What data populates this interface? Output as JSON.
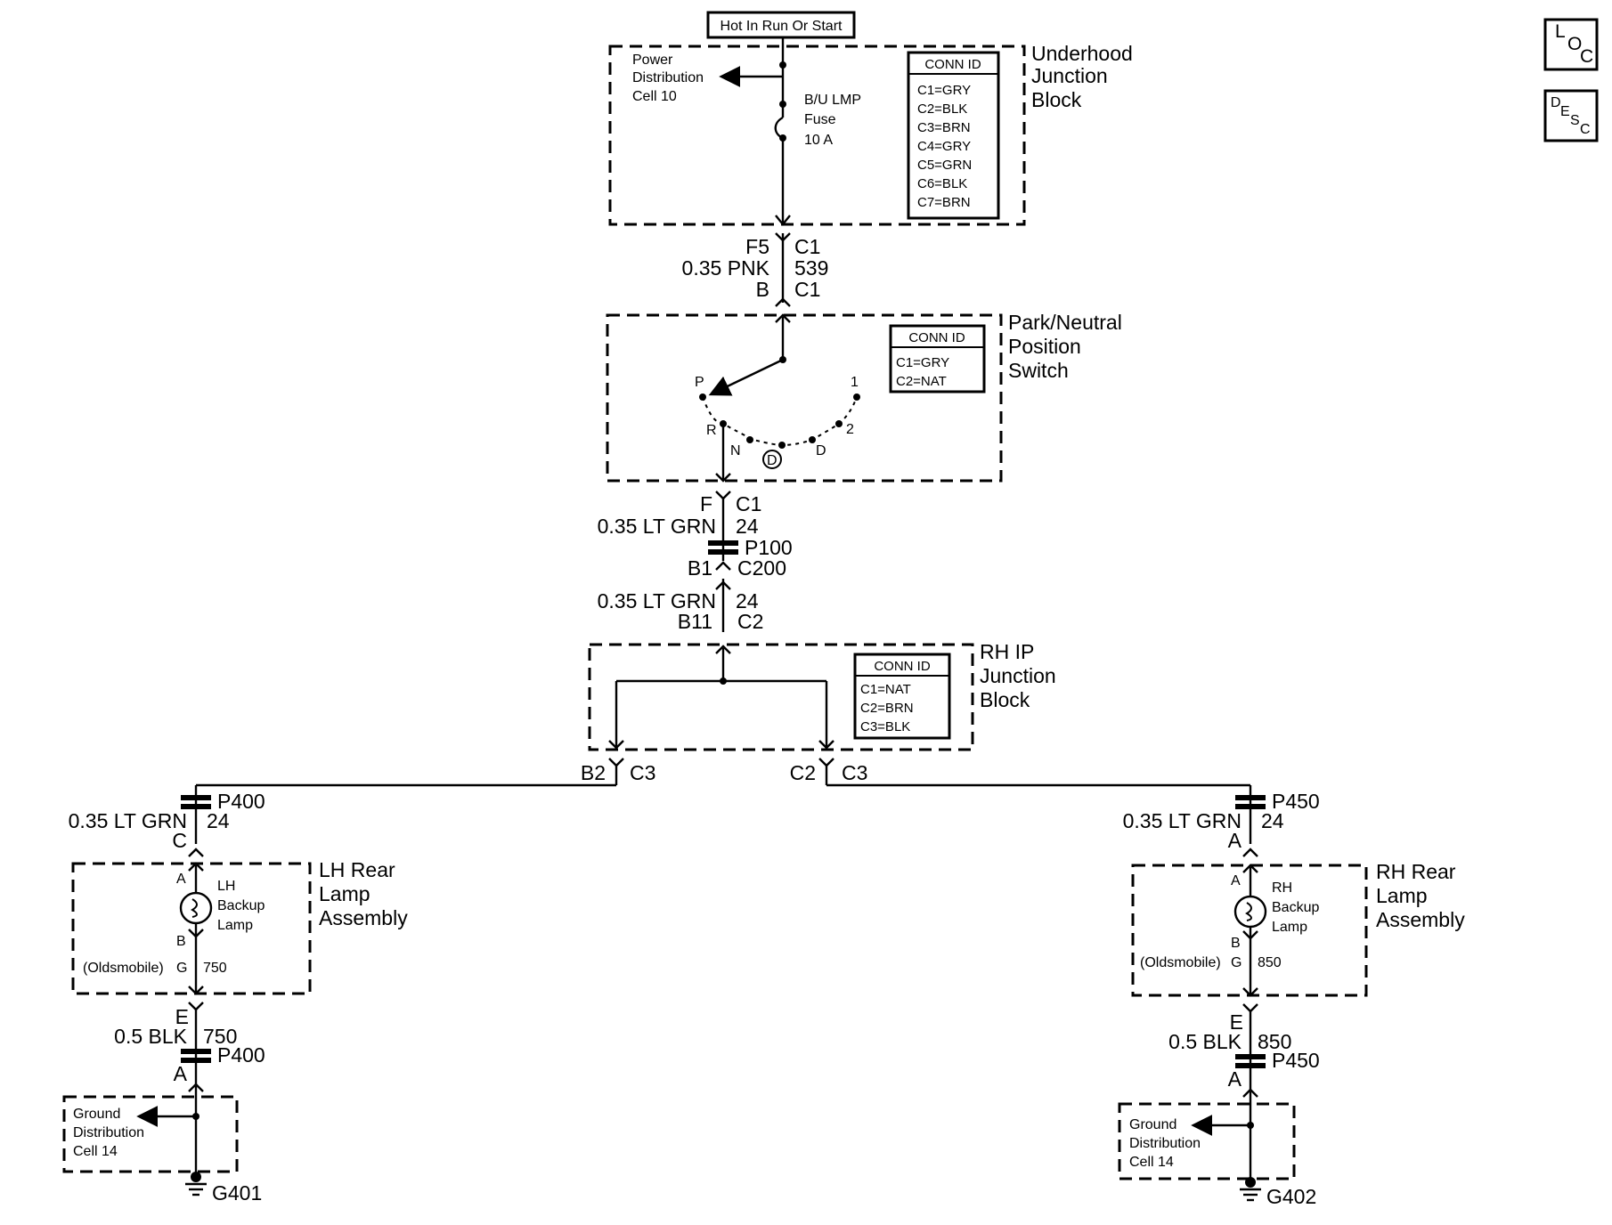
{
  "header": {
    "power_source": "Hot In Run Or Start"
  },
  "nav_icons": [
    {
      "label": "LOC"
    },
    {
      "label": "DESC"
    }
  ],
  "underhood": {
    "title_lines": [
      "Underhood",
      "Junction",
      "Block"
    ],
    "power_dist_lines": [
      "Power",
      "Distribution",
      "Cell 10"
    ],
    "fuse_lines": [
      "B/U LMP",
      "Fuse",
      "10 A"
    ],
    "conn_id": {
      "title": "CONN ID",
      "rows": [
        "C1=GRY",
        "C2=BLK",
        "C3=BRN",
        "C4=GRY",
        "C5=GRN",
        "C6=BLK",
        "C7=BRN"
      ]
    }
  },
  "wire_f5": {
    "pin_top": "F5",
    "conn_top": "C1",
    "wire": "0.35 PNK",
    "circuit": "539",
    "pin_bottom": "B",
    "conn_bottom": "C1"
  },
  "pnp_switch": {
    "title_lines": [
      "Park/Neutral",
      "Position",
      "Switch"
    ],
    "positions": {
      "p": "P",
      "r": "R",
      "n": "N",
      "d_circle": "D",
      "d": "D",
      "two": "2",
      "one": "1"
    },
    "conn_id": {
      "title": "CONN ID",
      "rows": [
        "C1=GRY",
        "C2=NAT"
      ]
    }
  },
  "wire_f": {
    "pin": "F",
    "conn": "C1",
    "wire": "0.35 LT GRN",
    "circuit": "24",
    "splice": "P100",
    "pin2": "B1",
    "conn2": "C200"
  },
  "wire_b11": {
    "wire": "0.35 LT GRN",
    "circuit": "24",
    "pin": "B11",
    "conn": "C2"
  },
  "rh_ip": {
    "title_lines": [
      "RH IP",
      "Junction",
      "Block"
    ],
    "conn_id": {
      "title": "CONN ID",
      "rows": [
        "C1=NAT",
        "C2=BRN",
        "C3=BLK"
      ]
    },
    "left_pin": "B2",
    "left_conn": "C3",
    "right_pin": "C2",
    "right_conn": "C3"
  },
  "lh": {
    "splice_top": "P400",
    "wire": "0.35 LT GRN",
    "circuit": "24",
    "pin_top": "C",
    "title_lines": [
      "LH Rear",
      "Lamp",
      "Assembly"
    ],
    "lamp_lines": [
      "LH",
      "Backup",
      "Lamp"
    ],
    "pin_a": "A",
    "pin_b": "B",
    "oldsmobile": "(Oldsmobile)",
    "pin_g": "G",
    "gnd_circuit": "750",
    "pin_e": "E",
    "gnd_wire": "0.5 BLK",
    "gnd_circuit2": "750",
    "splice_bottom": "P400",
    "pin_a2": "A",
    "ground_lines": [
      "Ground",
      "Distribution",
      "Cell 14"
    ],
    "ground": "G401"
  },
  "rh": {
    "splice_top": "P450",
    "wire": "0.35 LT GRN",
    "circuit": "24",
    "pin_top": "A",
    "title_lines": [
      "RH Rear",
      "Lamp",
      "Assembly"
    ],
    "lamp_lines": [
      "RH",
      "Backup",
      "Lamp"
    ],
    "pin_a": "A",
    "pin_b": "B",
    "oldsmobile": "(Oldsmobile)",
    "pin_g": "G",
    "gnd_circuit": "850",
    "pin_e": "E",
    "gnd_wire": "0.5 BLK",
    "gnd_circuit2": "850",
    "splice_bottom": "P450",
    "pin_a2": "A",
    "ground_lines": [
      "Ground",
      "Distribution",
      "Cell 14"
    ],
    "ground": "G402"
  }
}
